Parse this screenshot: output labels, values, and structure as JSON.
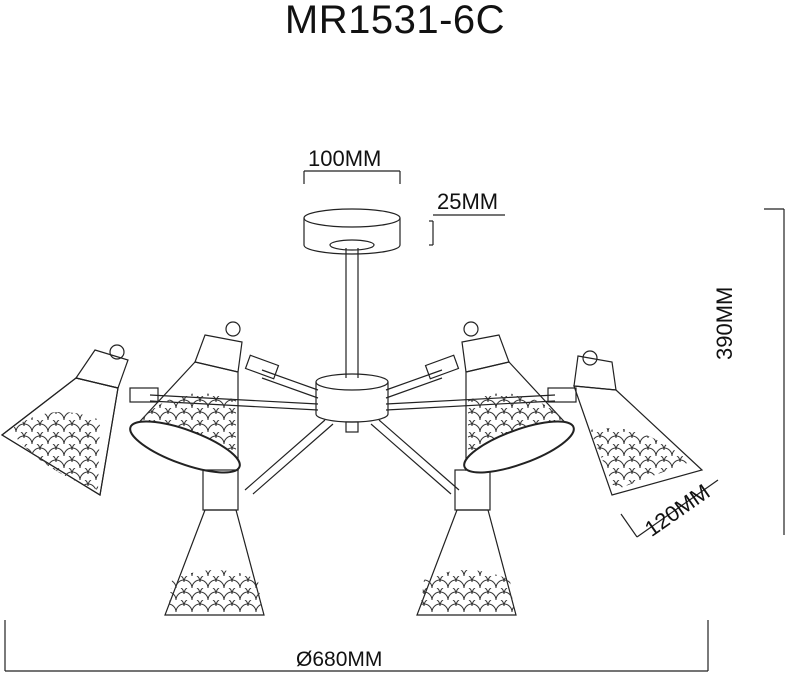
{
  "title": "MR1531-6C",
  "dimensions": {
    "canopy_diameter": "100MM",
    "canopy_height": "25MM",
    "total_height": "390MM",
    "shade_length": "120MM",
    "total_diameter": "Ø680MM"
  },
  "diagram": {
    "subject": "6-arm ceiling chandelier with cone shades featuring scalloped cutout pattern",
    "components": [
      "ceiling-canopy",
      "center-rod",
      "hub",
      "arms",
      "lamp-shades"
    ],
    "shade_count": 6,
    "line_color": "#222222",
    "background": "#ffffff"
  }
}
